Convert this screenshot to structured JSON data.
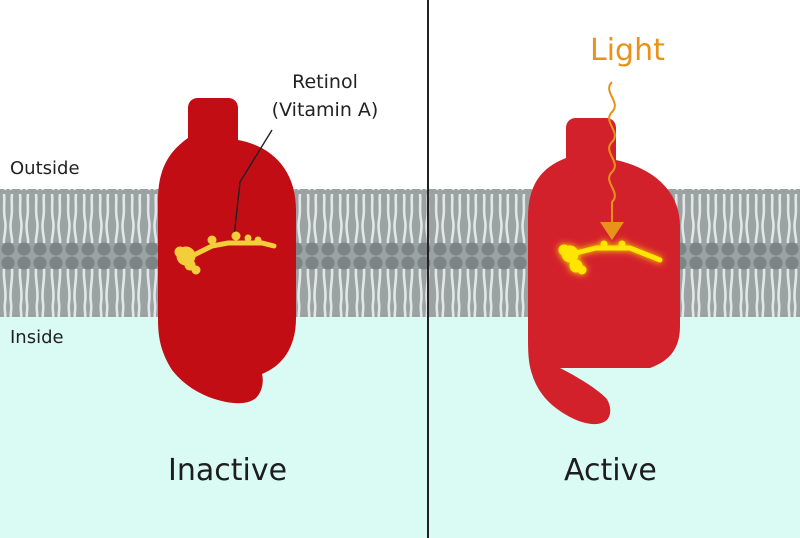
{
  "labels": {
    "outside": "Outside",
    "inside": "Inside",
    "retinol_line1": "Retinol",
    "retinol_line2": "(Vitamin A)",
    "light": "Light",
    "inactive": "Inactive",
    "active": "Active"
  },
  "colors": {
    "inside_fill": "#d9fbf3",
    "outside_fill": "#ffffff",
    "membrane": "#8f9797",
    "protein_inactive": "#c30d15",
    "protein_active": "#d3212b",
    "retinol": "#f2cf3a",
    "retinol_active": "#ffe600",
    "light": "#e8921a",
    "divider": "#222222"
  }
}
